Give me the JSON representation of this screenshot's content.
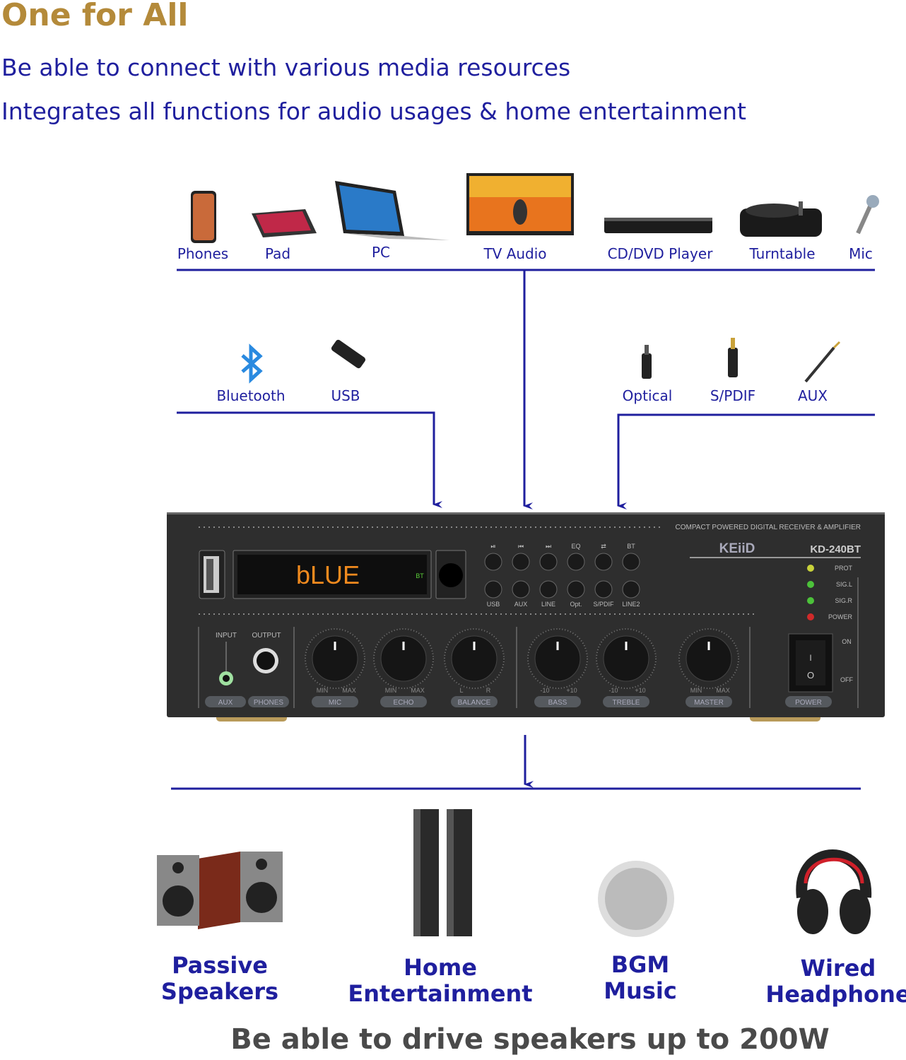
{
  "header": {
    "title": "One for All",
    "subtitle_1": "Be able to connect with various media resources",
    "subtitle_2": "Integrates all functions for audio usages & home entertainment"
  },
  "sources_top": [
    {
      "label": "Phones",
      "icon": "smartphone-icon"
    },
    {
      "label": "Pad",
      "icon": "tablet-icon"
    },
    {
      "label": "PC",
      "icon": "laptop-icon"
    },
    {
      "label": "TV Audio",
      "icon": "tv-icon"
    },
    {
      "label": "CD/DVD Player",
      "icon": "dvd-player-icon"
    },
    {
      "label": "Turntable",
      "icon": "turntable-icon"
    },
    {
      "label": "Mic",
      "icon": "microphone-icon"
    }
  ],
  "sources_left": [
    {
      "label": "Bluetooth",
      "icon": "bluetooth-icon"
    },
    {
      "label": "USB",
      "icon": "usb-drive-icon"
    }
  ],
  "sources_right": [
    {
      "label": "Optical",
      "icon": "optical-cable-icon"
    },
    {
      "label": "S/PDIF",
      "icon": "rca-cable-icon"
    },
    {
      "label": "AUX",
      "icon": "aux-cable-icon"
    }
  ],
  "amplifier": {
    "tagline": "COMPACT POWERED DIGITAL RECEIVER & AMPLIFIER",
    "brand": "KEiiD",
    "model": "KD-240BT",
    "display_text": "bLUE",
    "display_indicator": "BT",
    "top_buttons": [
      "⏯",
      "⏮",
      "⏭",
      "EQ",
      "⇄",
      "BT"
    ],
    "bottom_buttons": [
      "USB",
      "AUX",
      "LINE",
      "Opt.",
      "S/PDIF",
      "LINE2"
    ],
    "leds": [
      {
        "label": "PROT",
        "color": "#c8d23a"
      },
      {
        "label": "SIG.L",
        "color": "#4cc23a"
      },
      {
        "label": "SIG.R",
        "color": "#4cc23a"
      },
      {
        "label": "POWER",
        "color": "#d02a2a"
      }
    ],
    "jacks": {
      "input_label": "INPUT",
      "output_label": "OUTPUT",
      "aux_label": "AUX",
      "phones_label": "PHONES"
    },
    "knobs": [
      {
        "label": "MIC",
        "min": "MIN",
        "max": "MAX"
      },
      {
        "label": "ECHO",
        "min": "MIN",
        "max": "MAX"
      },
      {
        "label": "BALANCE",
        "min": "L",
        "max": "R"
      },
      {
        "label": "BASS",
        "min": "-10",
        "max": "+10"
      },
      {
        "label": "TREBLE",
        "min": "-10",
        "max": "+10"
      },
      {
        "label": "MASTER",
        "min": "MIN",
        "max": "MAX"
      }
    ],
    "power": {
      "label": "POWER",
      "on": "ON",
      "off": "OFF",
      "mark_on": "I",
      "mark_off": "O"
    }
  },
  "outputs": [
    {
      "line1": "Passive",
      "line2": "Speakers",
      "icon": "bookshelf-speakers-icon"
    },
    {
      "line1": "Home",
      "line2": "Entertainment",
      "icon": "tower-speakers-icon"
    },
    {
      "line1": "BGM",
      "line2": "Music",
      "icon": "ceiling-speaker-icon"
    },
    {
      "line1": "Wired",
      "line2": "Headphone",
      "icon": "headphones-icon"
    }
  ],
  "footer": "Be able to drive speakers up to 200W",
  "colors": {
    "accent_blue": "#1f1f9e",
    "title_gold": "#b48a3a",
    "display_orange": "#f08a1e"
  }
}
